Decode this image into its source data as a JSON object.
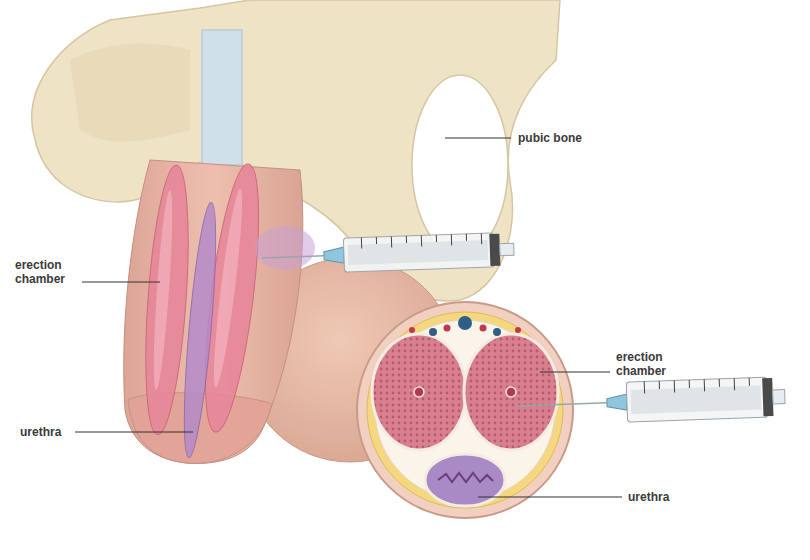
{
  "diagram": {
    "labels": [
      "pubic bone",
      "erection chamber",
      "urethra",
      "erection chamber",
      "urethra"
    ]
  }
}
